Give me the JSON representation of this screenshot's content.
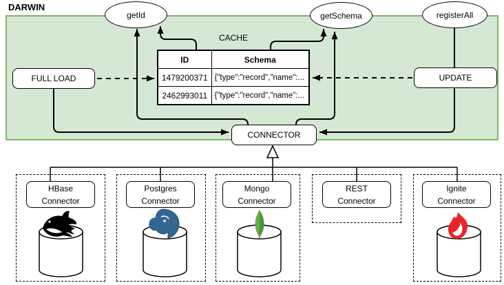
{
  "title": "DARWIN",
  "colors": {
    "container_fill": "#d5e8d4",
    "container_border": "#82b366",
    "line": "#000000",
    "postgres_blue": "#336791",
    "mongo_green_light": "#6cac48",
    "mongo_green_dark": "#499636",
    "ignite_red": "#e5252a",
    "hbase_black": "#000000"
  },
  "methods": {
    "get_id": "getId",
    "get_schema": "getSchema",
    "register_all": "registerAll"
  },
  "cache": {
    "label": "CACHE",
    "columns": [
      "ID",
      "Schema"
    ],
    "rows": [
      [
        "1479200371",
        "{\"type\":\"record\",\"name\":..."
      ],
      [
        "2462993011",
        "{\"type\":\"record\",\"name\":..."
      ]
    ]
  },
  "operations": {
    "full_load": "FULL LOAD",
    "update": "UPDATE",
    "connector": "CONNECTOR"
  },
  "connectors": [
    {
      "name": "HBase",
      "suffix": "Connector",
      "icon": "orca-icon",
      "has_database": true
    },
    {
      "name": "Postgres",
      "suffix": "Connector",
      "icon": "elephant-icon",
      "has_database": true
    },
    {
      "name": "Mongo",
      "suffix": "Connector",
      "icon": "leaf-icon",
      "has_database": true
    },
    {
      "name": "REST",
      "suffix": "Connector",
      "icon": null,
      "has_database": false
    },
    {
      "name": "Ignite",
      "suffix": "Connector",
      "icon": "flame-icon",
      "has_database": true
    }
  ]
}
